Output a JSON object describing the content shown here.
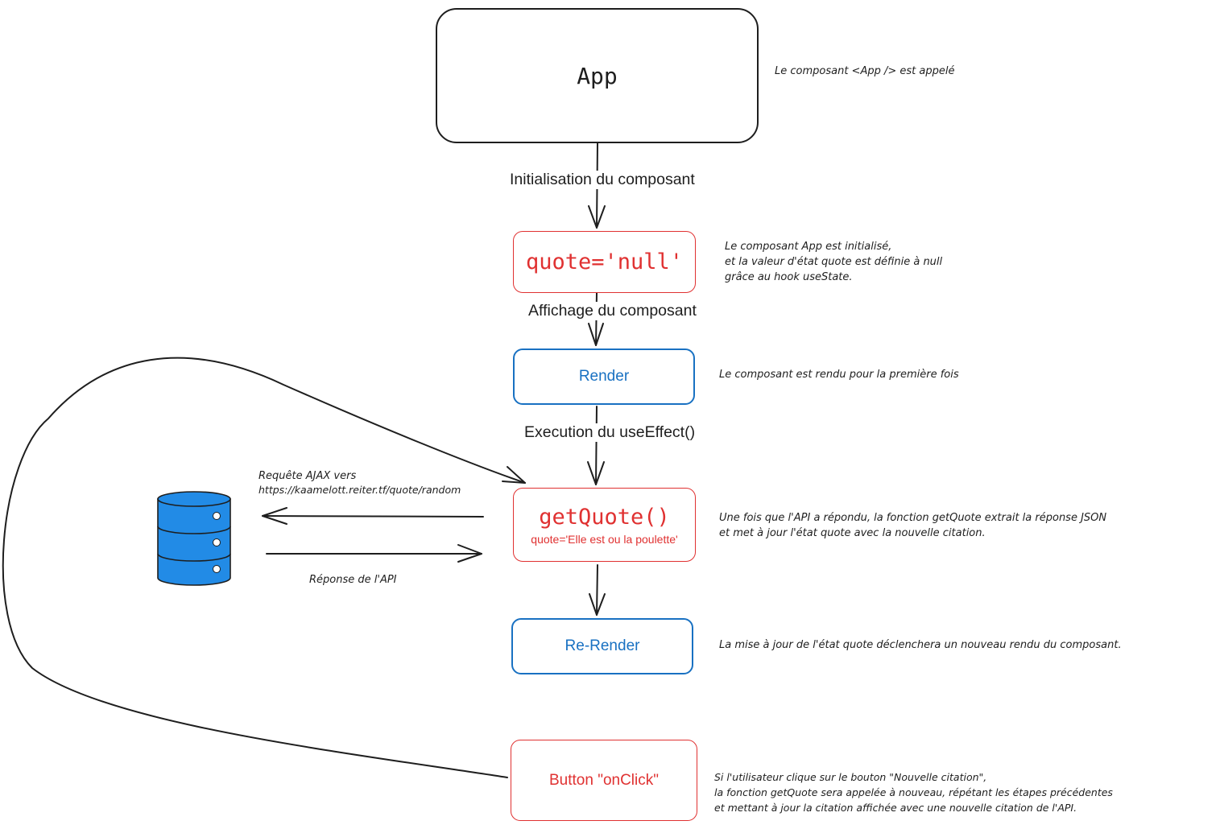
{
  "nodes": {
    "app": {
      "label": "App"
    },
    "quote_init": {
      "label": "quote='null'"
    },
    "render": {
      "label": "Render"
    },
    "get_quote": {
      "label": "getQuote()",
      "sublabel": "quote='Elle est ou la poulette'"
    },
    "re_render": {
      "label": "Re-Render"
    },
    "button": {
      "label": "Button \"onClick\""
    }
  },
  "edges": {
    "init": "Initialisation du composant",
    "display": "Affichage du composant",
    "execute": "Execution du useEffect()",
    "request_line1": "Requête AJAX vers",
    "request_line2": "https://kaamelott.reiter.tf/quote/random",
    "response": "Réponse de l'API"
  },
  "notes": {
    "app": "Le composant <App /> est appelé",
    "quote_init": "Le composant App est initialisé,\net la valeur d'état quote est définie à null\ngrâce au hook useState.",
    "render": "Le composant est rendu pour la première fois",
    "get_quote": "Une fois que l'API a répondu, la fonction getQuote extrait la réponse JSON\net met à jour l'état quote avec la nouvelle citation.",
    "re_render": "La mise à jour de l'état quote déclenchera un nouveau rendu du composant.",
    "button": "Si l'utilisateur clique sur le bouton \"Nouvelle citation\",\nla fonction getQuote sera appelée à nouveau, répétant les étapes précédentes\net mettant à jour la citation affichée avec une nouvelle citation de l'API."
  },
  "icons": {
    "database": "database-icon"
  },
  "colors": {
    "black": "#1e1e1e",
    "red": "#e03131",
    "blue": "#1971c2",
    "db_fill": "#228be6"
  }
}
